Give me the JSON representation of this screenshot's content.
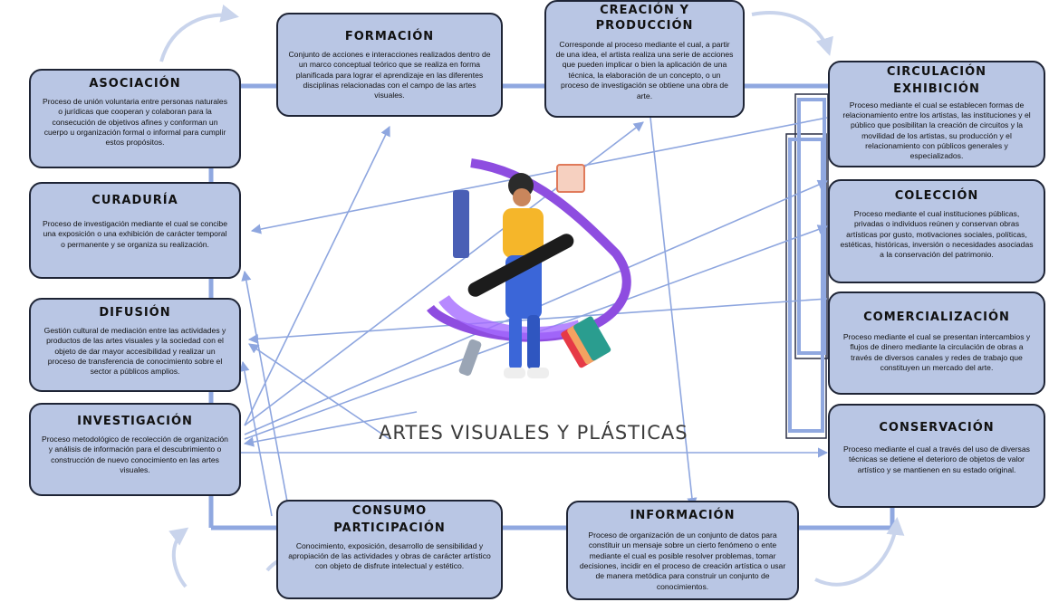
{
  "center_title": "ARTES VISUALES Y PLÁSTICAS",
  "colors": {
    "box_fill": "#b9c6e4",
    "box_border": "#1e2435",
    "connector": "#90a8e0",
    "arrow": "#8ea6df"
  },
  "boxes": {
    "asociacion": {
      "title": "ASOCIACIÓN",
      "text": "Proceso de unión voluntaria entre personas naturales o jurídicas que cooperan y colaboran para la consecución de objetivos afines y conforman un cuerpo u organización formal o informal para cumplir estos propósitos."
    },
    "formacion": {
      "title": "FORMACIÓN",
      "text": "Conjunto de acciones e interacciones realizados dentro de un marco conceptual teórico que se realiza en forma planificada para lograr el aprendizaje en las diferentes disciplinas relacionadas con el campo de las artes visuales."
    },
    "creacion": {
      "title1": "CREACIÓN Y",
      "title2": "PRODUCCIÓN",
      "text": "Corresponde al proceso mediante el cual, a partir de una idea, el artista realiza una serie de acciones que pueden implicar o bien la aplicación de una técnica, la elaboración de un concepto, o un proceso de investigación se obtiene una obra de arte."
    },
    "circulacion": {
      "title1": "CIRCULACIÓN",
      "title2": "EXHIBICIÓN",
      "text": "Proceso mediante el cual se establecen formas de relacionamiento entre los artistas, las instituciones y el público que posibilitan la creación de circuitos y la movilidad de los artistas, su producción y el relacionamiento con públicos generales y especializados."
    },
    "curaduria": {
      "title": "CURADURÍA",
      "text": "Proceso de investigación mediante el cual se concibe una exposición o una exhibición de carácter temporal o permanente y se organiza su realización."
    },
    "coleccion": {
      "title": "COLECCIÓN",
      "text": "Proceso mediante el cual instituciones públicas, privadas o individuos reúnen y conservan obras artísticas por gusto, motivaciones sociales, políticas, estéticas, históricas, inversión o necesidades asociadas a la conservación del patrimonio."
    },
    "difusion": {
      "title": "DIFUSIÓN",
      "text": "Gestión cultural de mediación entre las actividades y productos de las artes visuales y la sociedad con el objeto de dar mayor accesibilidad y realizar un proceso de transferencia de conocimiento sobre el sector a públicos amplios."
    },
    "comercializacion": {
      "title": "COMERCIALIZACIÓN",
      "text": "Proceso mediante el cual se presentan intercambios y flujos de dinero mediante la circulación de obras a través de diversos canales y redes de trabajo que constituyen un mercado del arte."
    },
    "investigacion": {
      "title": "INVESTIGACIÓN",
      "text": "Proceso metodológico de recolección de organización y análisis de información para el descubrimiento o construcción de nuevo conocimiento en las artes visuales."
    },
    "conservacion": {
      "title": "CONSERVACIÓN",
      "text": "Proceso mediante el cual a través del uso de diversas técnicas se detiene el deterioro de objetos de valor artístico y se mantienen en su estado original."
    },
    "consumo": {
      "title1": "CONSUMO",
      "title2": "PARTICIPACIÓN",
      "text": "Conocimiento, exposición, desarrollo de sensibilidad y apropiación de las actividades y obras de carácter artístico con objeto de disfrute intelectual y estético."
    },
    "informacion": {
      "title": "INFORMACIÓN",
      "text": "Proceso de organización de un conjunto de datos para constituir un mensaje sobre un cierto fenómeno o ente mediante el cual es posible resolver problemas, tomar decisiones, incidir en el proceso de creación artística o usar de manera metódica para construir un conjunto de conocimientos."
    }
  }
}
